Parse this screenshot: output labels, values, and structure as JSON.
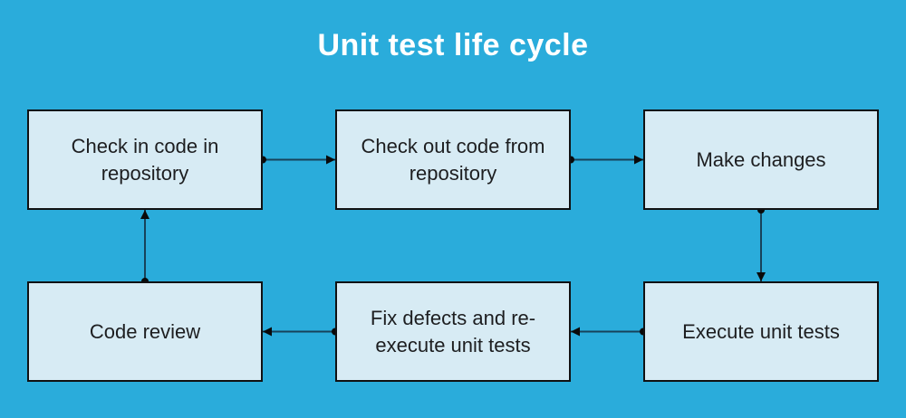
{
  "title": "Unit test life cycle",
  "colors": {
    "background": "#2AACDB",
    "title_text": "#FFFFFF",
    "node_fill": "#D7EBF4",
    "node_border": "#101112",
    "node_text": "#1D1E20",
    "connector_line": "#17425A",
    "connector_marker": "#0A0A0A"
  },
  "diagram": {
    "type": "flowchart",
    "nodes": [
      {
        "id": "check-in",
        "label": "Check in code in repository",
        "col": 0,
        "row": 0
      },
      {
        "id": "check-out",
        "label": "Check out code from repository",
        "col": 1,
        "row": 0
      },
      {
        "id": "make-changes",
        "label": "Make changes",
        "col": 2,
        "row": 0
      },
      {
        "id": "code-review",
        "label": "Code review",
        "col": 0,
        "row": 1
      },
      {
        "id": "fix-defects",
        "label": "Fix defects and re-execute unit tests",
        "col": 1,
        "row": 1
      },
      {
        "id": "execute-tests",
        "label": "Execute unit tests",
        "col": 2,
        "row": 1
      }
    ],
    "edges": [
      {
        "from": "check-in",
        "to": "check-out"
      },
      {
        "from": "check-out",
        "to": "make-changes"
      },
      {
        "from": "make-changes",
        "to": "execute-tests"
      },
      {
        "from": "execute-tests",
        "to": "fix-defects"
      },
      {
        "from": "fix-defects",
        "to": "code-review"
      },
      {
        "from": "code-review",
        "to": "check-in"
      }
    ]
  }
}
